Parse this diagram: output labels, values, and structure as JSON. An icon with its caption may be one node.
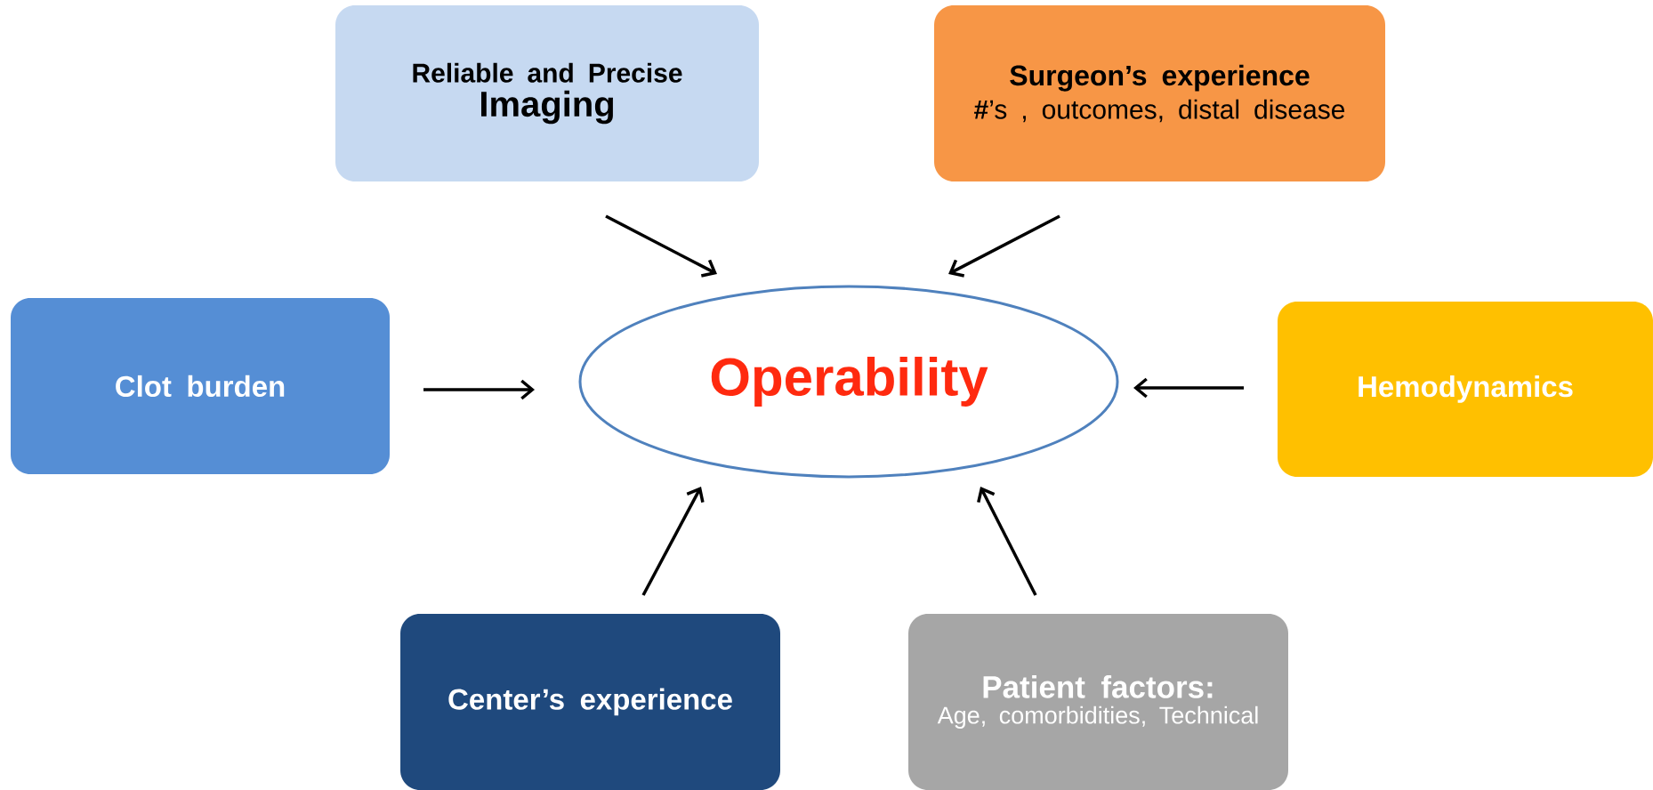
{
  "diagram": {
    "nodes": [
      {
        "text": [
          "Reliable and Precise",
          "Imaging"
        ]
      },
      {
        "text": [
          "Surgeon’s experience",
          "**#**’s , outcomes, distal disease"
        ]
      },
      {
        "text": [
          "Clot burden"
        ]
      },
      {
        "text": [
          "Operability"
        ]
      },
      {
        "text": [
          "Hemodynamics"
        ]
      },
      {
        "text": [
          "Center’s experience"
        ]
      },
      {
        "text": [
          "Patient factors:",
          "Age, comorbidities, Technical"
        ]
      }
    ],
    "edges": [
      {
        "from": 0,
        "to": 3,
        "arrow": "to"
      },
      {
        "from": 1,
        "to": 3,
        "arrow": "to"
      },
      {
        "from": 2,
        "to": 3,
        "arrow": "to"
      },
      {
        "from": 4,
        "to": 3,
        "arrow": "to"
      },
      {
        "from": 5,
        "to": 3,
        "arrow": "to"
      },
      {
        "from": 6,
        "to": 3,
        "arrow": "to"
      }
    ]
  }
}
